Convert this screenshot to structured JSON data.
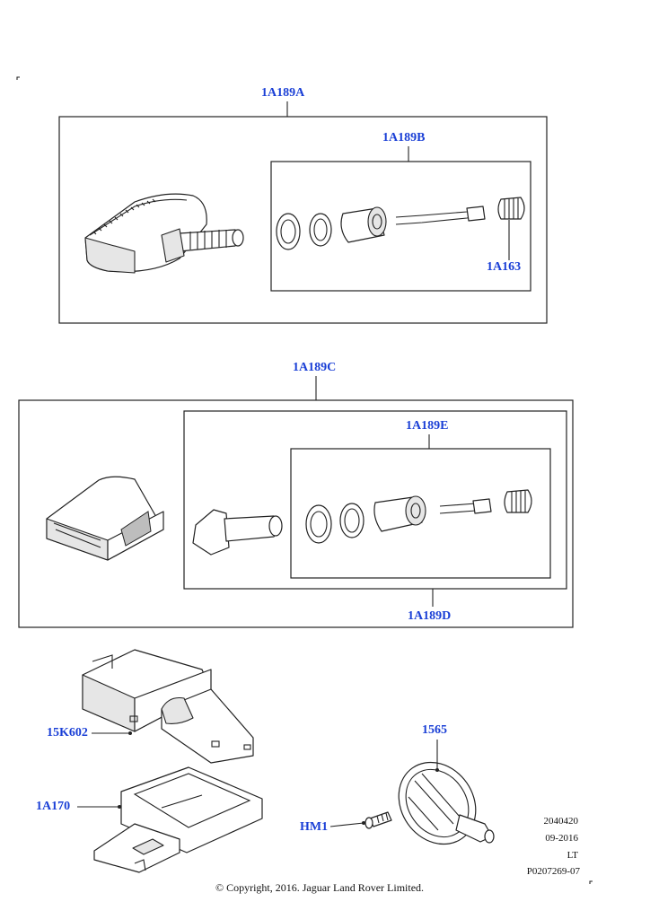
{
  "callouts": {
    "c1a189a": "1A189A",
    "c1a189b": "1A189B",
    "c1a163": "1A163",
    "c1a189c": "1A189C",
    "c1a189e": "1A189E",
    "c1a189d": "1A189D",
    "c15k602": "15K602",
    "c1a170": "1A170",
    "c1565": "1565",
    "chm1": "HM1"
  },
  "meta": {
    "line1": "2040420",
    "line2": "09-2016",
    "line3": "LT",
    "line4": "P0207269-07"
  },
  "copyright": "© Copyright, 2016. Jaguar Land Rover Limited."
}
